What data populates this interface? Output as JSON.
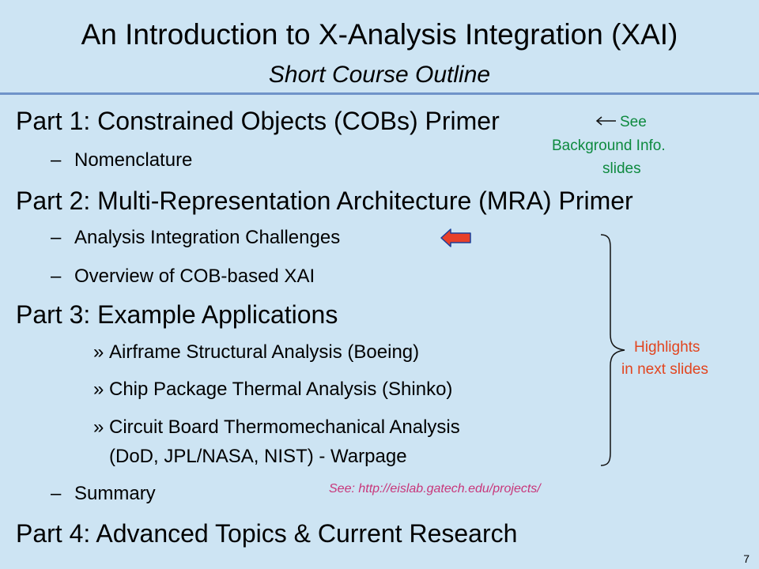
{
  "title": "An Introduction to X-Analysis Integration (XAI)",
  "subtitle": "Short Course Outline",
  "outline": {
    "part1": "Part 1: Constrained Objects (COBs) Primer",
    "part1_items": [
      "Nomenclature"
    ],
    "part2": "Part 2: Multi-Representation Architecture (MRA) Primer",
    "part2_items": [
      "Analysis Integration Challenges",
      "Overview of COB-based XAI"
    ],
    "part3": "Part 3: Example Applications",
    "part3_apps": [
      "Airframe Structural Analysis (Boeing)",
      "Chip Package Thermal Analysis (Shinko)",
      "Circuit Board Thermomechanical Analysis",
      "(DoD, JPL/NASA, NIST) - Warpage"
    ],
    "part3_items": [
      "Summary"
    ],
    "part4": "Part 4: Advanced Topics & Current Research"
  },
  "bullets": {
    "dash": "–",
    "raquo": "»"
  },
  "notes": {
    "see": "See",
    "background": "Background Info.",
    "slides": "slides",
    "highlights": "Highlights",
    "in_next_slides": "in next slides",
    "url": "See: http://eislab.gatech.edu/projects/"
  },
  "page_number": "7",
  "colors": {
    "background": "#cde4f3",
    "rule": "#6f93c8",
    "green_note": "#0e8a3f",
    "red_note": "#e2451f",
    "url_note": "#c8367a",
    "arrow_fill": "#e8402a",
    "arrow_stroke": "#1a3f9a"
  },
  "icons": {
    "see_arrow": "left-arrow-icon",
    "pointer_arrow": "red-left-arrow-icon",
    "brace": "right-brace-icon"
  }
}
